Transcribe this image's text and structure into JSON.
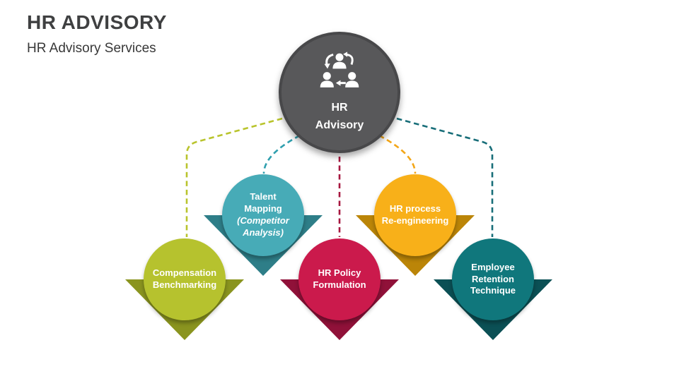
{
  "header": {
    "title": "HR ADVISORY",
    "subtitle": "HR Advisory Services"
  },
  "hub": {
    "line1": "HR",
    "line2": "Advisory",
    "icon": "people-exchange-icon",
    "circle_color": "#58585a",
    "ring_color": "#48484a",
    "icon_color": "#ffffff",
    "text_color": "#ffffff"
  },
  "nodes": [
    {
      "id": "compensation-benchmarking",
      "line1": "Compensation",
      "line2": "Benchmarking",
      "circle_color": "#b6c22e",
      "triangle_color": "#8a941f",
      "connector_color": "#b9c42d"
    },
    {
      "id": "talent-mapping",
      "line1": "Talent",
      "line2": "Mapping",
      "line3": "(Competitor",
      "line4": "Analysis)",
      "circle_color": "#47abb7",
      "triangle_color": "#2e7e88",
      "connector_color": "#2f9fae"
    },
    {
      "id": "hr-policy-formulation",
      "line1": "HR Policy",
      "line2": "Formulation",
      "circle_color": "#cb1a4c",
      "triangle_color": "#901139",
      "connector_color": "#a6173f"
    },
    {
      "id": "hr-process-reengineering",
      "line1": "HR process",
      "line2": "Re-engineering",
      "circle_color": "#f8b019",
      "triangle_color": "#bb8508",
      "connector_color": "#f3a617"
    },
    {
      "id": "employee-retention-technique",
      "line1": "Employee",
      "line2": "Retention",
      "line3": "Technique",
      "circle_color": "#10777c",
      "triangle_color": "#0b5055",
      "connector_color": "#186e79"
    }
  ]
}
